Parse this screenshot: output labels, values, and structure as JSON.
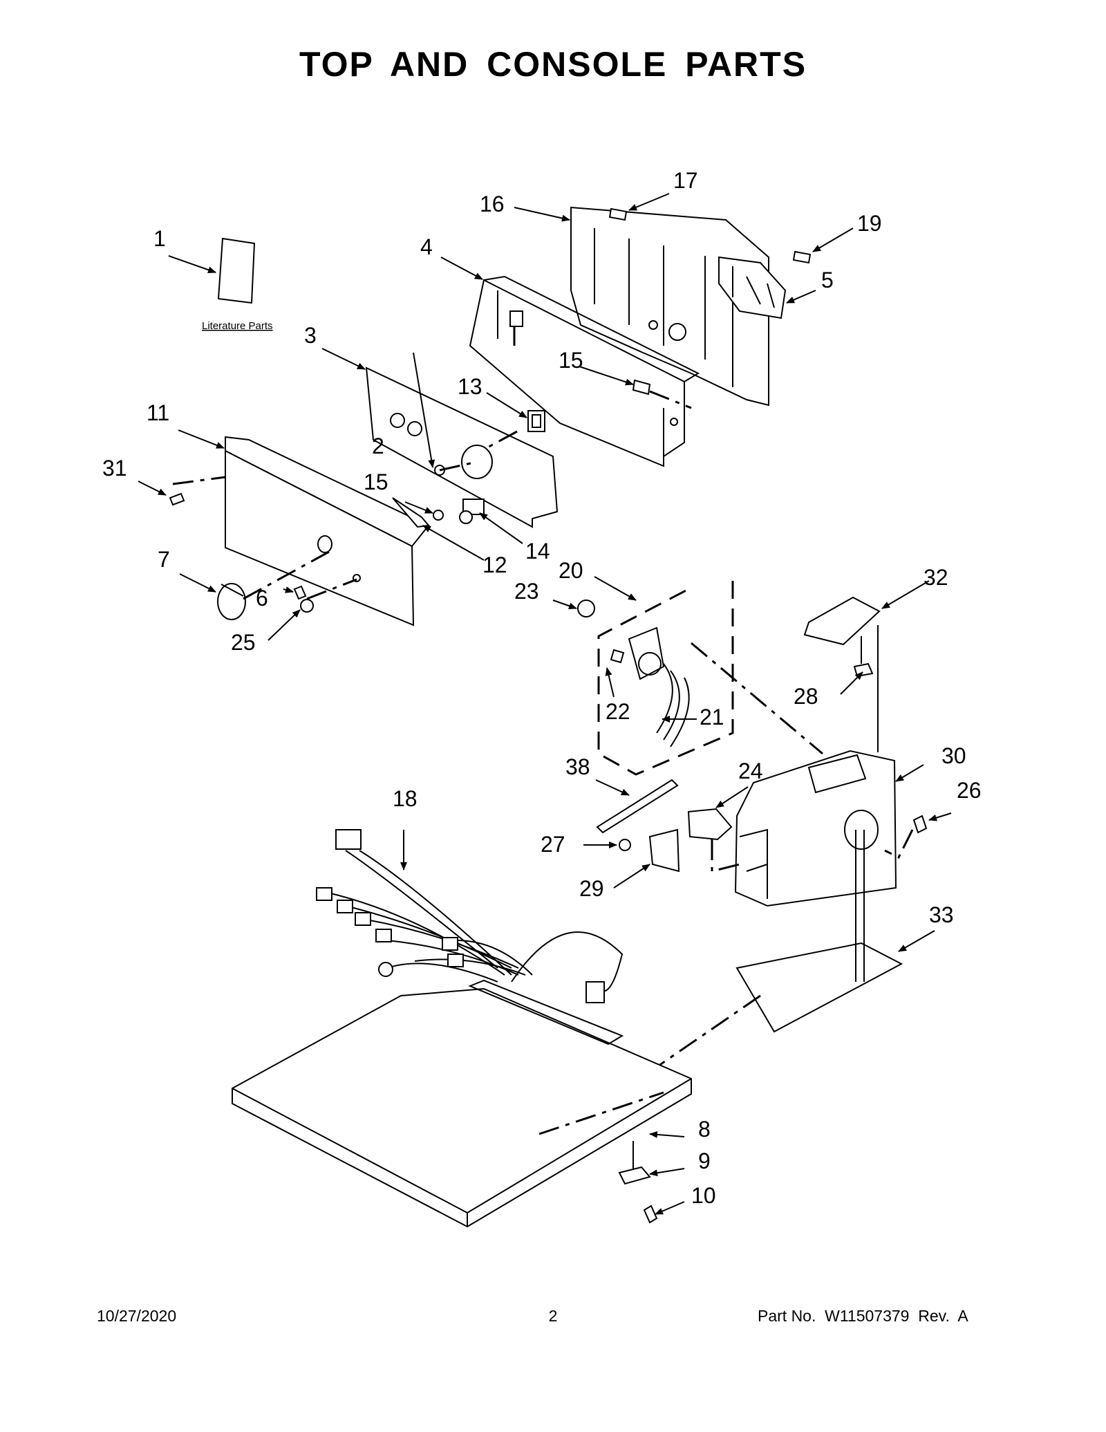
{
  "title": "TOP AND CONSOLE PARTS",
  "literature_label": "Literature Parts",
  "footer": {
    "date": "10/27/2020",
    "page": "2",
    "part_no": "Part No.  W11507379  Rev.  A"
  },
  "callouts": {
    "c1": "1",
    "c2": "2",
    "c3": "3",
    "c4": "4",
    "c5": "5",
    "c6": "6",
    "c7": "7",
    "c8": "8",
    "c9": "9",
    "c10": "10",
    "c11": "11",
    "c12": "12",
    "c13": "13",
    "c14": "14",
    "c15a": "15",
    "c15b": "15",
    "c16": "16",
    "c17": "17",
    "c18": "18",
    "c19": "19",
    "c20": "20",
    "c21": "21",
    "c22": "22",
    "c23": "23",
    "c24": "24",
    "c25": "25",
    "c26": "26",
    "c27": "27",
    "c28": "28",
    "c29": "29",
    "c30": "30",
    "c31": "31",
    "c32": "32",
    "c33": "33",
    "c38": "38"
  }
}
